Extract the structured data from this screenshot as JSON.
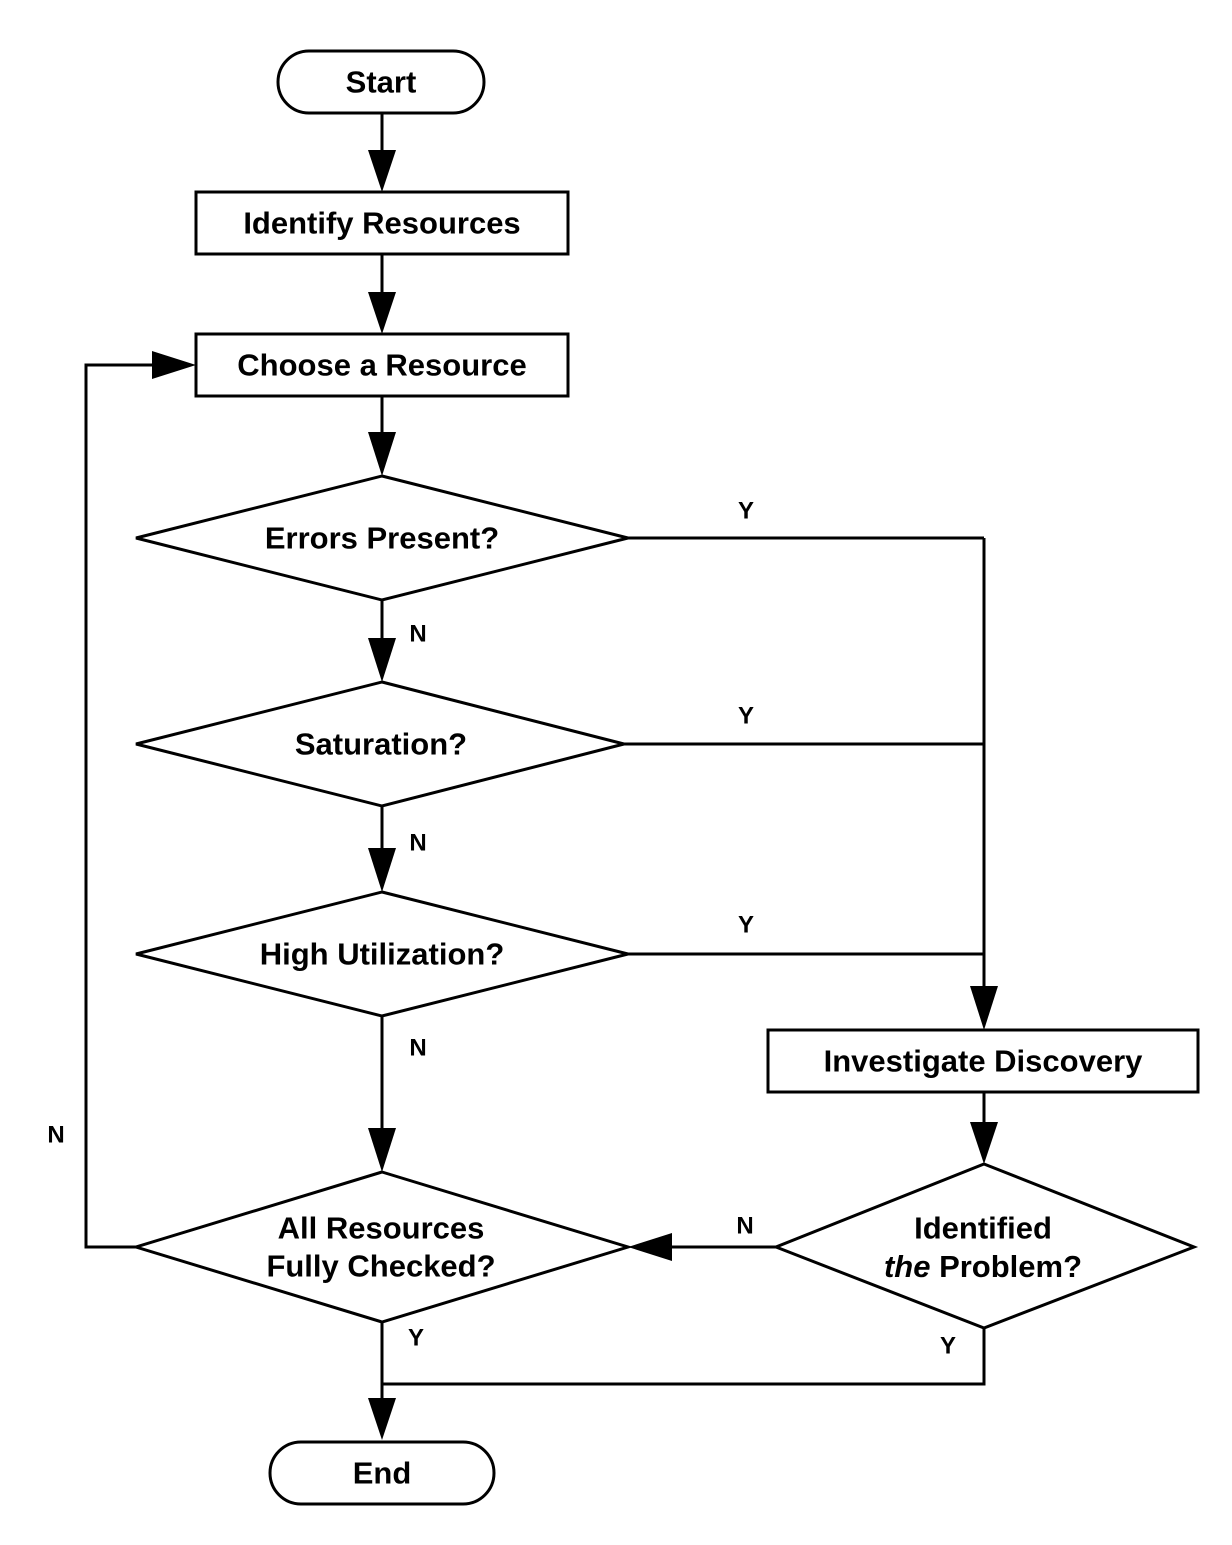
{
  "nodes": {
    "start": "Start",
    "identify": "Identify Resources",
    "choose": "Choose a Resource",
    "errors": "Errors Present?",
    "saturation": "Saturation?",
    "utilization": "High Utilization?",
    "investigate": "Investigate Discovery",
    "all_checked_line1": "All Resources",
    "all_checked_line2": "Fully Checked?",
    "identified_line1": "Identified",
    "identified_line2_italic": "the",
    "identified_line2_rest": " Problem?",
    "end": "End"
  },
  "branches": {
    "errors_yes": "Y",
    "errors_no": "N",
    "saturation_yes": "Y",
    "saturation_no": "N",
    "utilization_yes": "Y",
    "utilization_no": "N",
    "loop_no": "N",
    "identified_no": "N",
    "all_checked_yes": "Y",
    "identified_yes": "Y"
  }
}
